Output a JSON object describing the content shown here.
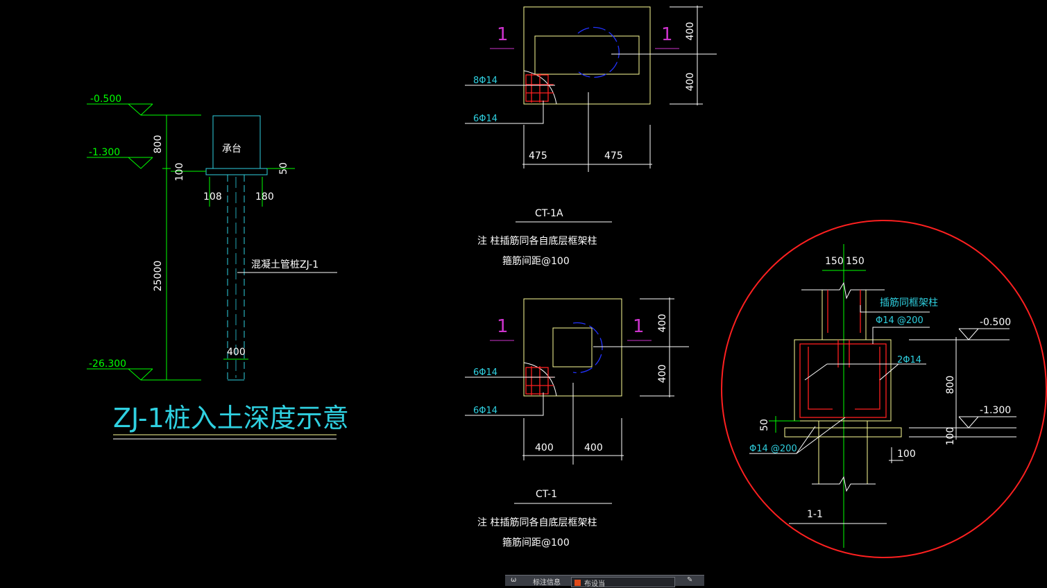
{
  "drawing": {
    "zj": {
      "elev_top": "-0.500",
      "elev_mid": "-1.300",
      "elev_bot": "-26.300",
      "dim_800": "800",
      "dim_25000": "25000",
      "dim_100": "100",
      "dim_50": "50",
      "dim_108": "108",
      "dim_180": "180",
      "cap_label": "承台",
      "pile_label": "混凝土管桩ZJ-1",
      "dim_400": "400",
      "title": "ZJ-1桩入土深度示意"
    },
    "ct1a": {
      "section_left": "1",
      "section_right": "1",
      "rebar_1": "8Φ14",
      "rebar_2": "6Φ14",
      "dim_v1": "400",
      "dim_v2": "400",
      "dim_h1": "475",
      "dim_h2": "475",
      "title": "CT-1A",
      "note_1": "注 柱插筋同各自底层框架柱",
      "note_2": "箍筋间距@100"
    },
    "ct1": {
      "section_left": "1",
      "section_right": "1",
      "rebar_1": "6Φ14",
      "rebar_2": "6Φ14",
      "dim_v1": "400",
      "dim_v2": "400",
      "dim_h1": "400",
      "dim_h2": "400",
      "title": "CT-1",
      "note_1": "注 柱插筋同各自底层框架柱",
      "note_2": "箍筋间距@100"
    },
    "sec11": {
      "dim_150a": "150",
      "dim_150b": "150",
      "dowel_label": "插筋同框架柱",
      "stirrup_top": "Φ14 @200",
      "bars": "2Φ14",
      "elev_top": "-0.500",
      "elev_bot": "-1.300",
      "dim_800": "800",
      "dim_100": "100",
      "dim_50": "50",
      "stirrup_bot": "Φ14 @200",
      "dim_100b": "100",
      "title": "1-1"
    }
  },
  "statusbar": {
    "label_1": "ω",
    "label_2": "标注信息",
    "combo_value": "布设当"
  },
  "colors": {
    "background": "#000000",
    "outline": "#ffff99",
    "cyan": "#2fd0e0",
    "green": "#00ff00",
    "magenta": "#cc33cc",
    "red": "#ff2020",
    "blue": "#2233ff",
    "highlight_circle": "#ff2020"
  }
}
